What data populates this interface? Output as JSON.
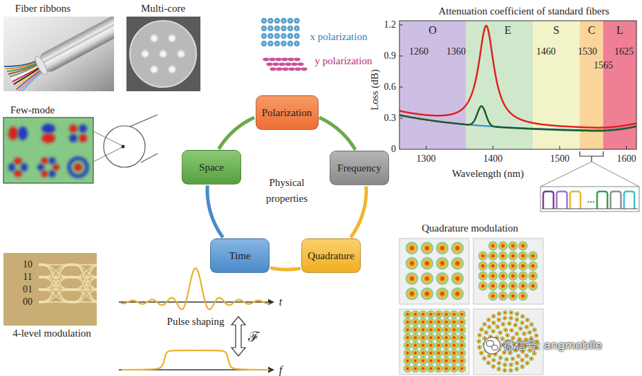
{
  "diagram": {
    "nodes": [
      {
        "text": [
          "Polarization"
        ]
      },
      {
        "text": [
          "Space"
        ]
      },
      {
        "text": [
          "Frequency"
        ]
      },
      {
        "text": [
          "Time"
        ]
      },
      {
        "text": [
          "Quadrature"
        ]
      }
    ],
    "edges": [
      {
        "from": 0,
        "to": 2,
        "arrow": "none"
      },
      {
        "from": 2,
        "to": 4,
        "arrow": "none"
      },
      {
        "from": 4,
        "to": 3,
        "arrow": "none"
      },
      {
        "from": 3,
        "to": 1,
        "arrow": "none"
      },
      {
        "from": 1,
        "to": 0,
        "arrow": "none"
      }
    ],
    "labels": [
      "Fiber ribbons",
      "Multi-core",
      "Few-mode",
      "x polarization",
      "y polarization",
      "Attenuation coefficient of standard fibers",
      "O",
      "E",
      "S",
      "C",
      "L",
      "1260",
      "1360",
      "1460",
      "1530",
      "1625",
      "1565",
      "1.2",
      "0.9",
      "0.6",
      "0.3",
      "0",
      "1300",
      "1400",
      "1500",
      "1600",
      "Loss (dB)",
      "Wavelength (nm)",
      "...",
      "Physical properties",
      "Quadrature modulation",
      "10",
      "11",
      "01",
      "00",
      "4-level modulation",
      "t",
      "Pulse shaping",
      "ℱ",
      "f",
      "微信号: angmobile"
    ]
  }
}
